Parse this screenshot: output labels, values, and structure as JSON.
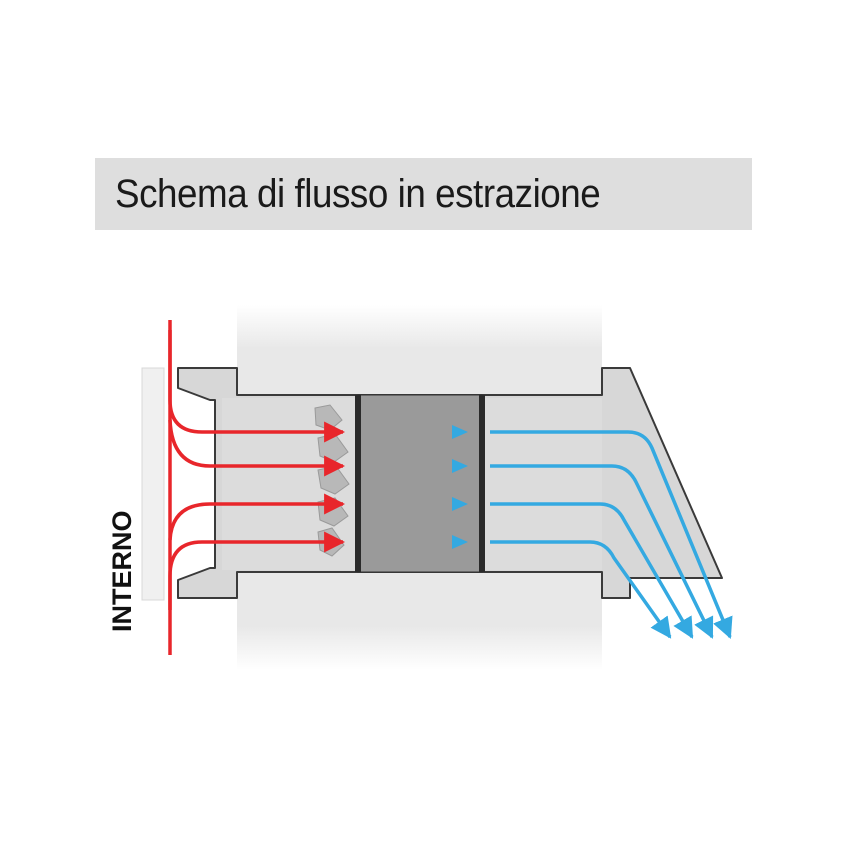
{
  "title": "Schema di flusso in estrazione",
  "labels": {
    "interno": "INTERNO"
  },
  "colors": {
    "title_bg": "#dedede",
    "wall": "#e6e6e6",
    "frame": "#d7d7d7",
    "filter": "#9a9a9a",
    "warm_flow": "#e8262b",
    "cold_flow": "#34a9e1"
  },
  "icons": {
    "fan": "fan-impeller-icon",
    "filter": "heat-exchanger-core"
  }
}
